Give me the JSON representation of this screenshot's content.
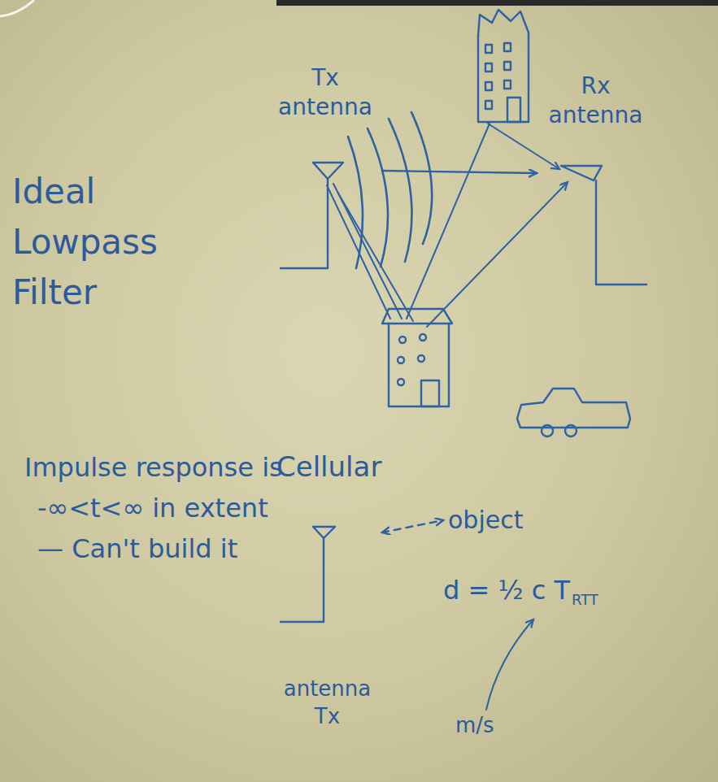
{
  "diagram": {
    "nodes": [
      {
        "text": [
          "Tx antenna"
        ]
      },
      {
        "text": [
          "Rx antenna"
        ]
      },
      {
        "text": [
          "antenna Tx"
        ]
      },
      {
        "text": [
          "object"
        ]
      }
    ],
    "edges": [
      {
        "from": 0,
        "to": 1,
        "arrow": "to"
      },
      {
        "from": 2,
        "to": 3,
        "arrow": "both"
      }
    ],
    "labels": [
      "Ideal Lowpass Filter",
      "Impulse response is -∞<t<∞ in extent — Can't build it",
      "Cellular",
      "d = ½ c T",
      "RTT",
      "m/s"
    ]
  }
}
